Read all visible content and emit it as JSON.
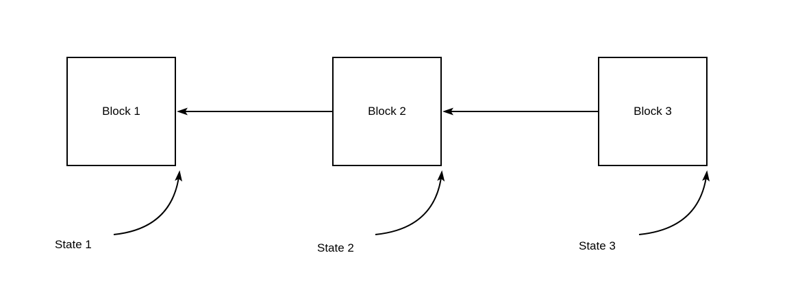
{
  "diagram": {
    "blocks": [
      {
        "label": "Block 1"
      },
      {
        "label": "Block 2"
      },
      {
        "label": "Block 3"
      }
    ],
    "states": [
      {
        "label": "State 1"
      },
      {
        "label": "State 2"
      },
      {
        "label": "State 3"
      }
    ],
    "connections": [
      {
        "from": "Block 2",
        "to": "Block 1",
        "type": "straight-arrow"
      },
      {
        "from": "Block 3",
        "to": "Block 2",
        "type": "straight-arrow"
      },
      {
        "from": "State 1",
        "to": "Block 1",
        "type": "curved-arrow"
      },
      {
        "from": "State 2",
        "to": "Block 2",
        "type": "curved-arrow"
      },
      {
        "from": "State 3",
        "to": "Block 3",
        "type": "curved-arrow"
      }
    ],
    "colors": {
      "stroke": "#000000",
      "background": "#ffffff"
    }
  }
}
